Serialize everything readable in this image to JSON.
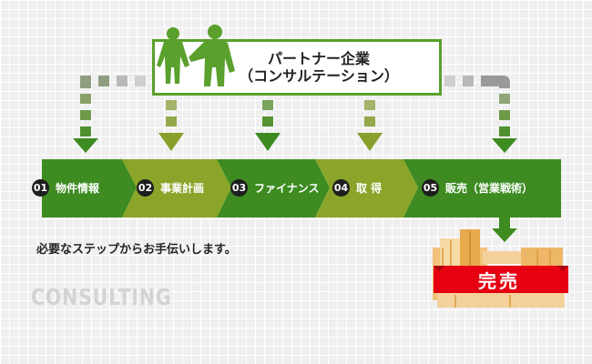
{
  "partner": {
    "line1": "パートナー企業",
    "line2": "（コンサルテーション）",
    "icon": "handshake-silhouette"
  },
  "steps": [
    {
      "num": "01",
      "label": "物件情報"
    },
    {
      "num": "02",
      "label": "事業計画"
    },
    {
      "num": "03",
      "label": "ファイナンス"
    },
    {
      "num": "04",
      "label": "取 得"
    },
    {
      "num": "05",
      "label": "販売（営業戦術）"
    }
  ],
  "note": "必要なステップからお手伝いします。",
  "watermark": "CONSULTING",
  "result": {
    "label": "完売",
    "icon": "sold-out-boxes"
  },
  "colors": {
    "green_dark": "#3d8b21",
    "green_light": "#8ba52a",
    "partner_border": "#5aa02c",
    "arrow_dark": "#3d8b21",
    "arrow_olive": "#87a02b",
    "connector_gray": "#999999",
    "banner_red": "#e60012"
  }
}
